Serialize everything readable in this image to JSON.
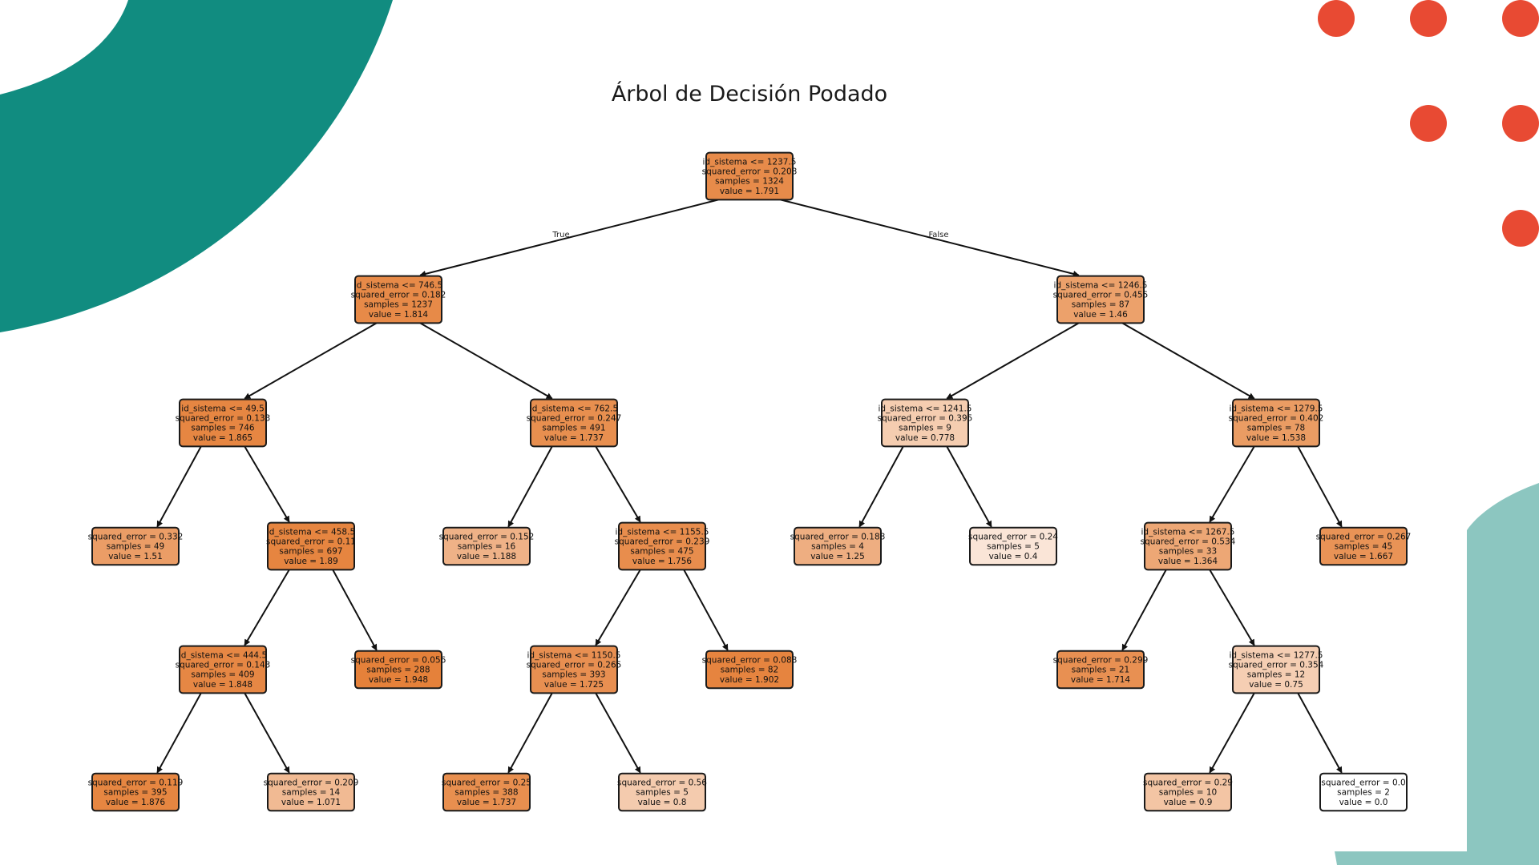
{
  "title": "Árbol de Decisión Podado",
  "colors": {
    "teal": "#118c80",
    "light_teal": "#8cc6c0",
    "dots": "#e84a33",
    "node_border": "#1a1a1a",
    "node_dark": "#e5813a",
    "node_light": "#ffffff"
  },
  "edge_labels": {
    "true": "True",
    "false": "False"
  },
  "nodes": [
    {
      "id": "n0",
      "lines": [
        "id_sistema <= 1237.5",
        "squared_error = 0.208",
        "samples = 1324",
        "value = 1.791"
      ],
      "value": 1.791
    },
    {
      "id": "n1",
      "lines": [
        "id_sistema <= 746.5",
        "squared_error = 0.182",
        "samples = 1237",
        "value = 1.814"
      ],
      "value": 1.814
    },
    {
      "id": "n2",
      "lines": [
        "id_sistema <= 49.5",
        "squared_error = 0.133",
        "samples = 746",
        "value = 1.865"
      ],
      "value": 1.865
    },
    {
      "id": "n3",
      "lines": [
        "squared_error = 0.332",
        "samples = 49",
        "value = 1.51"
      ],
      "value": 1.51
    },
    {
      "id": "n4",
      "lines": [
        "id_sistema <= 458.5",
        "squared_error = 0.11",
        "samples = 697",
        "value = 1.89"
      ],
      "value": 1.89
    },
    {
      "id": "n5",
      "lines": [
        "id_sistema <= 444.5",
        "squared_error = 0.143",
        "samples = 409",
        "value = 1.848"
      ],
      "value": 1.848
    },
    {
      "id": "n6",
      "lines": [
        "squared_error = 0.119",
        "samples = 395",
        "value = 1.876"
      ],
      "value": 1.876
    },
    {
      "id": "n7",
      "lines": [
        "squared_error = 0.209",
        "samples = 14",
        "value = 1.071"
      ],
      "value": 1.071
    },
    {
      "id": "n8",
      "lines": [
        "squared_error = 0.056",
        "samples = 288",
        "value = 1.948"
      ],
      "value": 1.948
    },
    {
      "id": "n9",
      "lines": [
        "id_sistema <= 762.5",
        "squared_error = 0.247",
        "samples = 491",
        "value = 1.737"
      ],
      "value": 1.737
    },
    {
      "id": "n10",
      "lines": [
        "squared_error = 0.152",
        "samples = 16",
        "value = 1.188"
      ],
      "value": 1.188
    },
    {
      "id": "n11",
      "lines": [
        "id_sistema <= 1155.5",
        "squared_error = 0.239",
        "samples = 475",
        "value = 1.756"
      ],
      "value": 1.756
    },
    {
      "id": "n12",
      "lines": [
        "id_sistema <= 1150.5",
        "squared_error = 0.265",
        "samples = 393",
        "value = 1.725"
      ],
      "value": 1.725
    },
    {
      "id": "n13",
      "lines": [
        "squared_error = 0.25",
        "samples = 388",
        "value = 1.737"
      ],
      "value": 1.737
    },
    {
      "id": "n14",
      "lines": [
        "squared_error = 0.56",
        "samples = 5",
        "value = 0.8"
      ],
      "value": 0.8
    },
    {
      "id": "n15",
      "lines": [
        "squared_error = 0.088",
        "samples = 82",
        "value = 1.902"
      ],
      "value": 1.902
    },
    {
      "id": "n16",
      "lines": [
        "id_sistema <= 1246.5",
        "squared_error = 0.455",
        "samples = 87",
        "value = 1.46"
      ],
      "value": 1.46
    },
    {
      "id": "n17",
      "lines": [
        "id_sistema <= 1241.5",
        "squared_error = 0.395",
        "samples = 9",
        "value = 0.778"
      ],
      "value": 0.778
    },
    {
      "id": "n18",
      "lines": [
        "squared_error = 0.188",
        "samples = 4",
        "value = 1.25"
      ],
      "value": 1.25
    },
    {
      "id": "n19",
      "lines": [
        "squared_error = 0.24",
        "samples = 5",
        "value = 0.4"
      ],
      "value": 0.4
    },
    {
      "id": "n20",
      "lines": [
        "id_sistema <= 1279.5",
        "squared_error = 0.402",
        "samples = 78",
        "value = 1.538"
      ],
      "value": 1.538
    },
    {
      "id": "n21",
      "lines": [
        "id_sistema <= 1267.5",
        "squared_error = 0.534",
        "samples = 33",
        "value = 1.364"
      ],
      "value": 1.364
    },
    {
      "id": "n22",
      "lines": [
        "squared_error = 0.299",
        "samples = 21",
        "value = 1.714"
      ],
      "value": 1.714
    },
    {
      "id": "n23",
      "lines": [
        "id_sistema <= 1277.5",
        "squared_error = 0.354",
        "samples = 12",
        "value = 0.75"
      ],
      "value": 0.75
    },
    {
      "id": "n24",
      "lines": [
        "squared_error = 0.29",
        "samples = 10",
        "value = 0.9"
      ],
      "value": 0.9
    },
    {
      "id": "n25",
      "lines": [
        "squared_error = 0.0",
        "samples = 2",
        "value = 0.0"
      ],
      "value": 0.0
    },
    {
      "id": "n26",
      "lines": [
        "squared_error = 0.267",
        "samples = 45",
        "value = 1.667"
      ],
      "value": 1.667
    }
  ],
  "edges": [
    [
      "n0",
      "n1"
    ],
    [
      "n0",
      "n16"
    ],
    [
      "n1",
      "n2"
    ],
    [
      "n1",
      "n9"
    ],
    [
      "n2",
      "n3"
    ],
    [
      "n2",
      "n4"
    ],
    [
      "n4",
      "n5"
    ],
    [
      "n4",
      "n8"
    ],
    [
      "n5",
      "n6"
    ],
    [
      "n5",
      "n7"
    ],
    [
      "n9",
      "n10"
    ],
    [
      "n9",
      "n11"
    ],
    [
      "n11",
      "n12"
    ],
    [
      "n11",
      "n15"
    ],
    [
      "n12",
      "n13"
    ],
    [
      "n12",
      "n14"
    ],
    [
      "n16",
      "n17"
    ],
    [
      "n16",
      "n20"
    ],
    [
      "n17",
      "n18"
    ],
    [
      "n17",
      "n19"
    ],
    [
      "n20",
      "n21"
    ],
    [
      "n20",
      "n26"
    ],
    [
      "n21",
      "n22"
    ],
    [
      "n21",
      "n23"
    ],
    [
      "n23",
      "n24"
    ],
    [
      "n23",
      "n25"
    ]
  ]
}
